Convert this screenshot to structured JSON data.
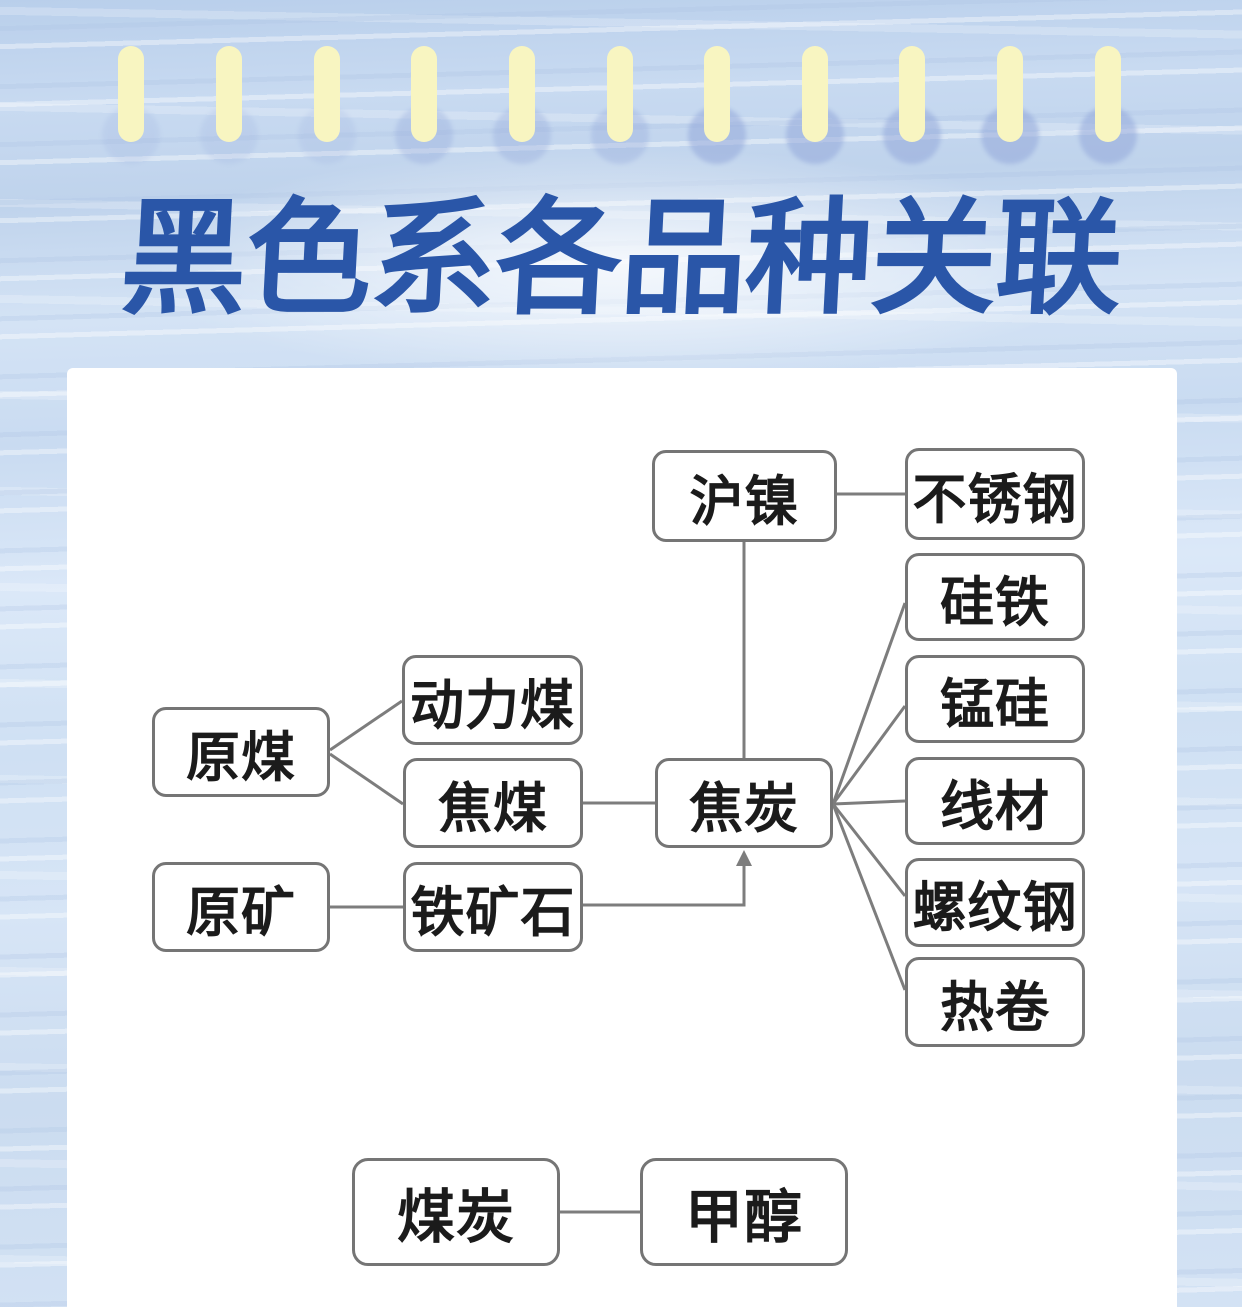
{
  "title": "黑色系各品种关联",
  "decoration": {
    "binding_pin_count": 11
  },
  "colors": {
    "background_blue": "#cdddf0",
    "title_blue": "#2a56a8",
    "pin_yellow": "#f8f5c1",
    "pin_shadow_blue": "#8da2d8",
    "card_white": "#ffffff",
    "box_border_gray": "#757575",
    "connector_gray": "#7d7d7d",
    "box_text": "#1b1b1b"
  },
  "diagram": {
    "nodes": {
      "shanghai_nickel": {
        "label": "沪镍"
      },
      "stainless_steel": {
        "label": "不锈钢"
      },
      "ferrosilicon": {
        "label": "硅铁"
      },
      "silicomanganese": {
        "label": "锰硅"
      },
      "wire_rod": {
        "label": "线材"
      },
      "rebar": {
        "label": "螺纹钢"
      },
      "hot_coil": {
        "label": "热卷"
      },
      "raw_coal": {
        "label": "原煤"
      },
      "thermal_coal": {
        "label": "动力煤"
      },
      "coking_coal": {
        "label": "焦煤"
      },
      "raw_ore": {
        "label": "原矿"
      },
      "iron_ore": {
        "label": "铁矿石"
      },
      "coke": {
        "label": "焦炭"
      },
      "coal": {
        "label": "煤炭"
      },
      "methanol": {
        "label": "甲醇"
      }
    },
    "edges": [
      {
        "from": "沪镍",
        "to": "不锈钢",
        "type": "line"
      },
      {
        "from": "沪镍",
        "to": "焦炭",
        "type": "line"
      },
      {
        "from": "原煤",
        "to": "动力煤",
        "type": "line"
      },
      {
        "from": "原煤",
        "to": "焦煤",
        "type": "line"
      },
      {
        "from": "焦煤",
        "to": "焦炭",
        "type": "line"
      },
      {
        "from": "原矿",
        "to": "铁矿石",
        "type": "line"
      },
      {
        "from": "铁矿石",
        "to": "焦炭",
        "type": "arrow"
      },
      {
        "from": "焦炭",
        "to": "硅铁",
        "type": "line"
      },
      {
        "from": "焦炭",
        "to": "锰硅",
        "type": "line"
      },
      {
        "from": "焦炭",
        "to": "线材",
        "type": "line"
      },
      {
        "from": "焦炭",
        "to": "螺纹钢",
        "type": "line"
      },
      {
        "from": "焦炭",
        "to": "热卷",
        "type": "line"
      },
      {
        "from": "煤炭",
        "to": "甲醇",
        "type": "line"
      }
    ]
  }
}
